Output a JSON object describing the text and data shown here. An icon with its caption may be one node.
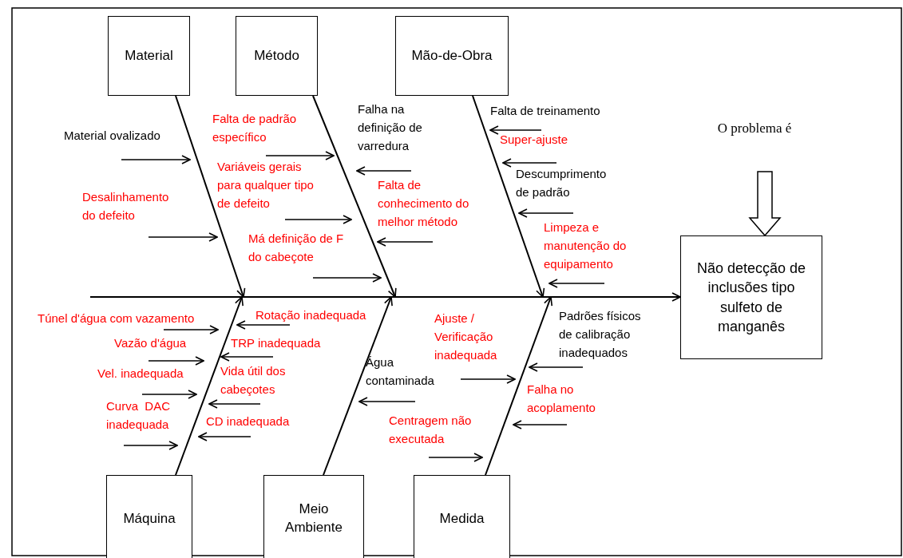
{
  "diagram": {
    "nodes": [
      {
        "text": [
          "Material"
        ]
      },
      {
        "text": [
          "Método"
        ]
      },
      {
        "text": [
          "Mão-de-Obra"
        ]
      },
      {
        "text": [
          "O problema é"
        ]
      },
      {
        "text": [
          "Não detecção de inclusões tipo sulfeto de manganês"
        ]
      },
      {
        "text": [
          "Máquina"
        ]
      },
      {
        "text": [
          "Meio Ambiente"
        ]
      },
      {
        "text": [
          "Medida"
        ]
      }
    ],
    "edges": [
      {
        "from": 0,
        "to": null,
        "arrow": "to"
      },
      {
        "from": 1,
        "to": null,
        "arrow": "to"
      },
      {
        "from": 2,
        "to": null,
        "arrow": "to"
      },
      {
        "from": 5,
        "to": null,
        "arrow": "to"
      },
      {
        "from": 6,
        "to": null,
        "arrow": "to"
      },
      {
        "from": 7,
        "to": null,
        "arrow": "to"
      },
      {
        "from": null,
        "to": 4,
        "arrow": "to"
      },
      {
        "from": 3,
        "to": 4,
        "arrow": "to",
        "style": "thick"
      }
    ],
    "labels": [
      "Material ovalizado",
      "Desalinhamento do defeito",
      "Falta de padrão específico",
      "Variáveis gerais para qualquer tipo de defeito",
      "Má definição de F do cabeçote",
      "Falha na definição de varredura",
      "Falta de conhecimento do melhor método",
      "Falta de treinamento",
      "Super-ajuste",
      "Descumprimento de padrão",
      "Limpeza e manutenção do equipamento",
      "Túnel d'água com vazamento",
      "Vazão d'água",
      "Vel. inadequada",
      "Curva  DAC inadequada",
      "Rotação inadequada",
      "TRP inadequada",
      "Vida útil dos cabeçotes",
      "CD inadequada",
      "Água contaminada",
      "Ajuste / Verificação inadequada",
      "Centragem não executada",
      "Padrões físicos de calibração inadequados",
      "Falha no acoplamento"
    ]
  }
}
